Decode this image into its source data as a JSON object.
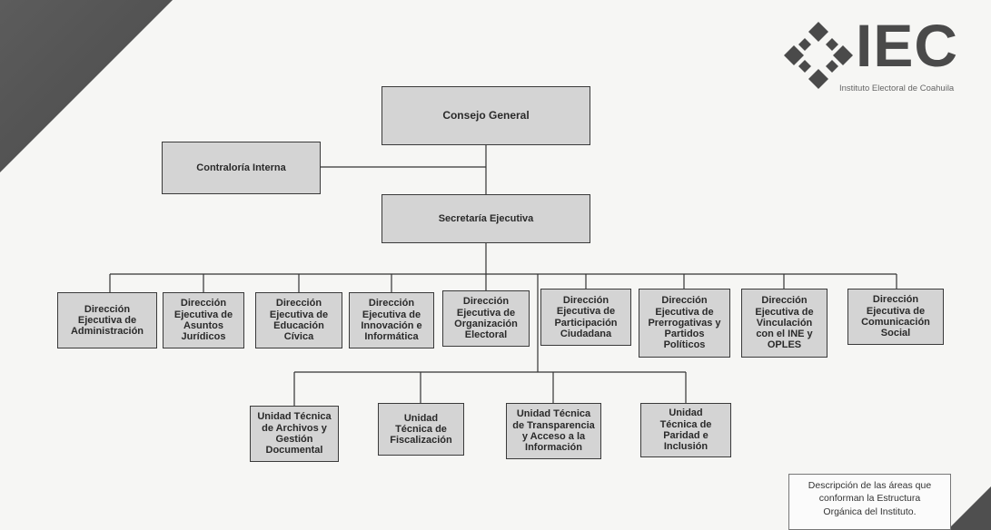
{
  "logo": {
    "text": "IEC",
    "subtitle": "Instituto Electoral de Coahuila"
  },
  "org_chart": {
    "consejo": "Consejo General",
    "contraloria": "Contraloría Interna",
    "secretaria": "Secretaría Ejecutiva",
    "direcciones": [
      "Dirección\nEjecutiva de\nAdministración",
      "Dirección\nEjecutiva de\nAsuntos\nJurídicos",
      "Dirección\nEjecutiva de\nEducación\nCívica",
      "Dirección\nEjecutiva de\nInnovación e\nInformática",
      "Dirección\nEjecutiva de\nOrganización\nElectoral",
      "Dirección\nEjecutiva de\nParticipación\nCiudadana",
      "Dirección\nEjecutiva de\nPrerrogativas y\nPartidos\nPolíticos",
      "Dirección\nEjecutiva de\nVinculación\ncon el INE y\nOPLES",
      "Dirección\nEjecutiva de\nComunicación\nSocial"
    ],
    "unidades": [
      "Unidad Técnica\nde Archivos y\nGestión\nDocumental",
      "Unidad\nTécnica de\nFiscalización",
      "Unidad Técnica\nde Transparencia\ny Acceso a la\nInformación",
      "Unidad\nTécnica de\nParidad e\nInclusión"
    ]
  },
  "caption": "Descripción de las áreas que\nconforman la Estructura\nOrgánica del Instituto."
}
